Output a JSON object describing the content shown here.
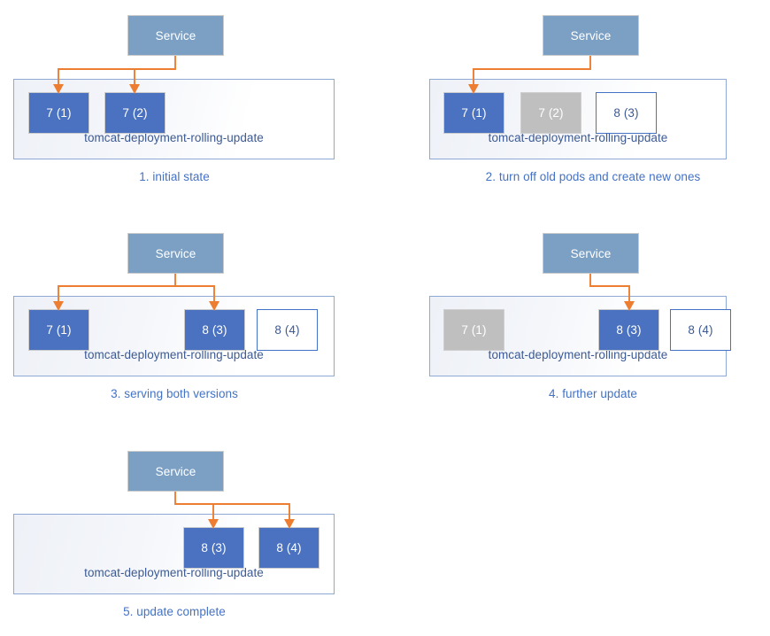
{
  "diagram": {
    "title": "Kubernetes rolling update sequence",
    "service_label": "Service",
    "deployment_label": "tomcat-deployment-rolling-update",
    "colors": {
      "service_fill": "#7ba0c4",
      "pod_active": "#4a72c0",
      "pod_terminating": "#bfbfbf",
      "pod_pending_border": "#4472c4",
      "arrow": "#ed7d31",
      "caption_text": "#4472c4",
      "deployment_border": "#8ea9d4"
    }
  },
  "panels": [
    {
      "caption": "1. initial state",
      "service_label": "Service",
      "deployment_label": "tomcat-deployment-rolling-update",
      "pods": [
        {
          "label": "7 (1)",
          "state": "active"
        },
        {
          "label": "7 (2)",
          "state": "active"
        }
      ],
      "arrow_targets": [
        "7 (1)",
        "7 (2)"
      ]
    },
    {
      "caption": "2. turn off old pods and create new ones",
      "service_label": "Service",
      "deployment_label": "tomcat-deployment-rolling-update",
      "pods": [
        {
          "label": "7 (1)",
          "state": "active"
        },
        {
          "label": "7 (2)",
          "state": "terminating"
        },
        {
          "label": "8 (3)",
          "state": "pending"
        }
      ],
      "arrow_targets": [
        "7 (1)"
      ]
    },
    {
      "caption": "3. serving both versions",
      "service_label": "Service",
      "deployment_label": "tomcat-deployment-rolling-update",
      "pods": [
        {
          "label": "7 (1)",
          "state": "active"
        },
        {
          "label": "8 (3)",
          "state": "active"
        },
        {
          "label": "8 (4)",
          "state": "pending"
        }
      ],
      "arrow_targets": [
        "7 (1)",
        "8 (3)"
      ]
    },
    {
      "caption": "4. further update",
      "service_label": "Service",
      "deployment_label": "tomcat-deployment-rolling-update",
      "pods": [
        {
          "label": "7 (1)",
          "state": "terminating"
        },
        {
          "label": "8 (3)",
          "state": "active"
        },
        {
          "label": "8 (4)",
          "state": "pending"
        }
      ],
      "arrow_targets": [
        "8 (3)"
      ]
    },
    {
      "caption": "5. update complete",
      "service_label": "Service",
      "deployment_label": "tomcat-deployment-rolling-update",
      "pods": [
        {
          "label": "8 (3)",
          "state": "active"
        },
        {
          "label": "8 (4)",
          "state": "active"
        }
      ],
      "arrow_targets": [
        "8 (3)",
        "8 (4)"
      ]
    }
  ]
}
